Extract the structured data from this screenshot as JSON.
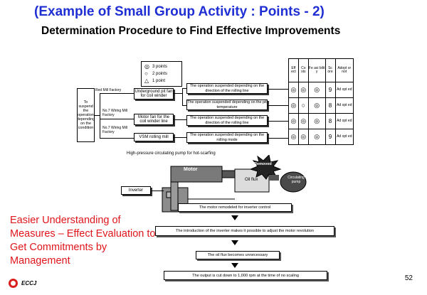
{
  "slide": {
    "title": "(Example of Small Group Activity : Points - 2)",
    "subtitle": "Determination Procedure to Find Effective Improvements",
    "page_number": "52",
    "logo_text": "ECCJ"
  },
  "legend": {
    "items": [
      {
        "symbol": "◎",
        "label": "3 points"
      },
      {
        "symbol": "○",
        "label": "2 points"
      },
      {
        "symbol": "△",
        "label": "1 point"
      }
    ]
  },
  "tree": {
    "root": "To suspend the operation depending on the condition",
    "branch_labels": [
      "Red Mill Factory",
      "No.7 Wiring Mill Factory",
      "No.7 Wiring Mill Factory"
    ],
    "middle": [
      "Underground pit fan for coil winder",
      "Motor fan for the coil winder line",
      "VSM rolling mill"
    ],
    "right": [
      "The operation suspended depending on the direction of the rolling line",
      "The operation suspended depending on the pit temperature",
      "The operation suspended depending on the direction of the rolling line",
      "The operation suspended depending on the rolling mode"
    ],
    "footnote": "High-pressure circulating pump for hot-scarfing"
  },
  "evaluation": {
    "headers": [
      "Eff ect",
      "Co sts",
      "Fe asi bilit y",
      "Sc ore",
      "Adopt or not"
    ],
    "rows": [
      {
        "a": "◎",
        "b": "◎",
        "c": "◎",
        "score": "9",
        "adopt": "Ad opt ed"
      },
      {
        "a": "◎",
        "b": "○",
        "c": "◎",
        "score": "8",
        "adopt": "Ad opt ed"
      },
      {
        "a": "◎",
        "b": "◎",
        "c": "◎",
        "score": "8",
        "adopt": "Ad opt ed"
      },
      {
        "a": "◎",
        "b": "◎",
        "c": "◎",
        "score": "9",
        "adopt": "Ad opt ed"
      }
    ]
  },
  "equipment": {
    "motor": "Motor",
    "oil_flux": "Oil flux",
    "removed": "Removed",
    "circulating_pump": "Circulating pump",
    "inverter": "Inverter"
  },
  "flow": [
    "The motor remodeled for inverter control",
    "The introduction of the inverter makes it possible to adjust the motor revolution",
    "The oil flux becomes unnecessary",
    "The output is cut down to 1,000 rpm at the time of no scaling"
  ],
  "callout": {
    "text": "Easier Understanding of Measures – Effect Evaluation to Get Commitments by Management"
  }
}
